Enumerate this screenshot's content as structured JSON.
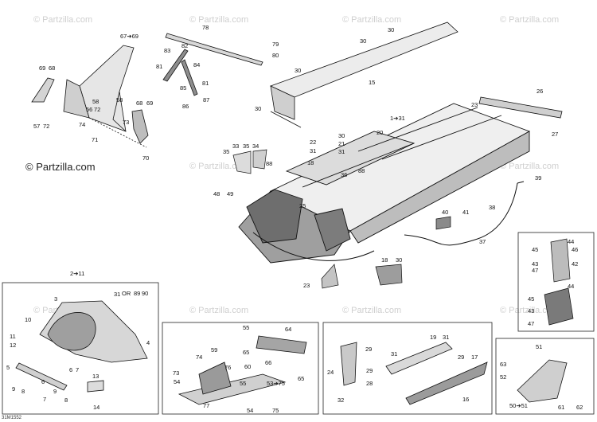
{
  "brand": "© Partzilla.com",
  "watermark": "© Partzilla.com",
  "diagram_code": "31M1552",
  "colors": {
    "line": "#111111",
    "part_fill": "#d9d9d9",
    "dark_fill": "#6e6e6e",
    "watermark": "#cfcfcf"
  },
  "callouts": {
    "c_67_69": "67➔69",
    "c_69": "69",
    "c_68": "68",
    "c_58a": "58",
    "c_56": "56",
    "c_72a": "72",
    "c_58b": "58",
    "c_57": "57",
    "c_72b": "72",
    "c_74a": "74",
    "c_73a": "73",
    "c_71": "71",
    "c_68b": "68",
    "c_69b": "69",
    "c_70": "70",
    "c_78": "78",
    "c_82": "82",
    "c_83": "83",
    "c_81a": "81",
    "c_84": "84",
    "c_85": "85",
    "c_81b": "81",
    "c_86": "86",
    "c_87": "87",
    "c_79": "79",
    "c_80": "80",
    "c_30a": "30",
    "c_30b": "30",
    "c_30c": "30",
    "c_15": "15",
    "c_30d": "30",
    "c_1_31": "1➔31",
    "c_20": "20",
    "c_26": "26",
    "c_23a": "23",
    "c_27": "27",
    "c_35a": "35",
    "c_33": "33",
    "c_35b": "35",
    "c_34": "34",
    "c_22": "22",
    "c_31a": "31",
    "c_30e": "30",
    "c_21": "21",
    "c_31b": "31",
    "c_88a": "88",
    "c_18a": "18",
    "c_36": "36",
    "c_88b": "88",
    "c_39": "39",
    "c_48": "48",
    "c_49": "49",
    "c_25": "25",
    "c_40": "40",
    "c_41": "41",
    "c_38": "38",
    "c_37": "37",
    "c_18b": "18",
    "c_30f": "30",
    "c_23b": "23",
    "c_45a": "45",
    "c_44a": "44",
    "c_46": "46",
    "c_43": "43",
    "c_42": "42",
    "c_47a": "47",
    "c_44b": "44",
    "c_45b": "45",
    "c_43b": "43",
    "c_47b": "47",
    "c_2_11": "2➔11",
    "c_3": "3",
    "c_31c": "31",
    "c_or": "OR",
    "c_89": "89",
    "c_90": "90",
    "c_10": "10",
    "c_11": "11",
    "c_12": "12",
    "c_4": "4",
    "c_5": "5",
    "c_6a": "6",
    "c_7a": "7",
    "c_9a": "9",
    "c_8a": "8",
    "c_6b": "6",
    "c_7b": "7",
    "c_9b": "9",
    "c_8b": "8",
    "c_13": "13",
    "c_14": "14",
    "c_55a": "55",
    "c_64": "64",
    "c_65a": "65",
    "c_74b": "74",
    "c_59": "59",
    "c_73b": "73",
    "c_54a": "54",
    "c_76": "76",
    "c_60": "60",
    "c_66": "66",
    "c_65b": "65",
    "c_55b": "55",
    "c_53_75": "53➔75",
    "c_77": "77",
    "c_54b": "54",
    "c_75": "75",
    "c_29a": "29",
    "c_24": "24",
    "c_29b": "29",
    "c_28": "28",
    "c_31d": "31",
    "c_19": "19",
    "c_31e": "31",
    "c_29c": "29",
    "c_17": "17",
    "c_16": "16",
    "c_32": "32",
    "c_51a": "51",
    "c_63": "63",
    "c_52": "52",
    "c_50_51": "50➔51",
    "c_61": "61",
    "c_62": "62"
  }
}
